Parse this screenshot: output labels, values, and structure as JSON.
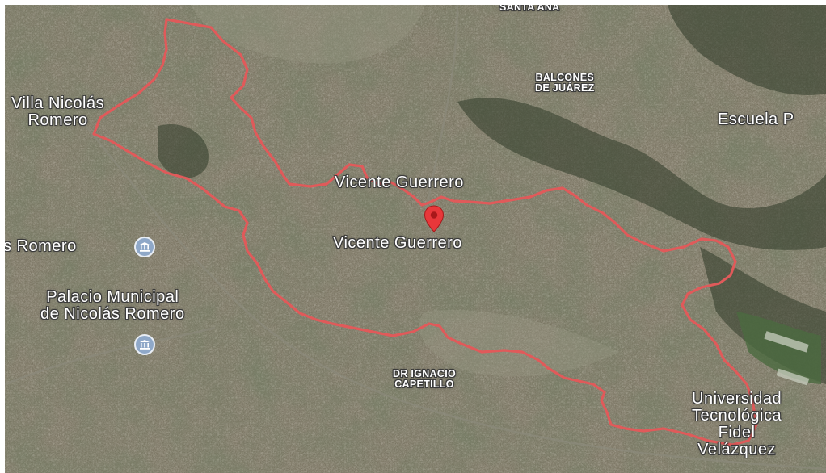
{
  "map": {
    "type": "satellite",
    "route_color": "#e05a5a",
    "pin_color": "#e8373a",
    "labels": {
      "santa_ana": "SANTA ANA",
      "balcones_line1": "BALCONES",
      "balcones_line2": "DE JUÁREZ",
      "villa_line1": "Villa Nicolás",
      "villa_line2": "Romero",
      "escuela": "Escuela P",
      "vicente_top": "Vicente Guerrero",
      "vicente_pin": "Vicente Guerrero",
      "romero_left": "s Romero",
      "palacio_line1": "Palacio Municipal",
      "palacio_line2": "de Nicolás Romero",
      "capetillo_line1": "DR IGNACIO",
      "capetillo_line2": "CAPETILLO",
      "uni_line1": "Universidad",
      "uni_line2": "Tecnológica",
      "uni_line3": "Fidel",
      "uni_line4": "Velázquez"
    },
    "icons": {
      "poi_1": "government-building-icon",
      "poi_2": "government-building-icon",
      "pin": "location-pin-icon"
    }
  }
}
